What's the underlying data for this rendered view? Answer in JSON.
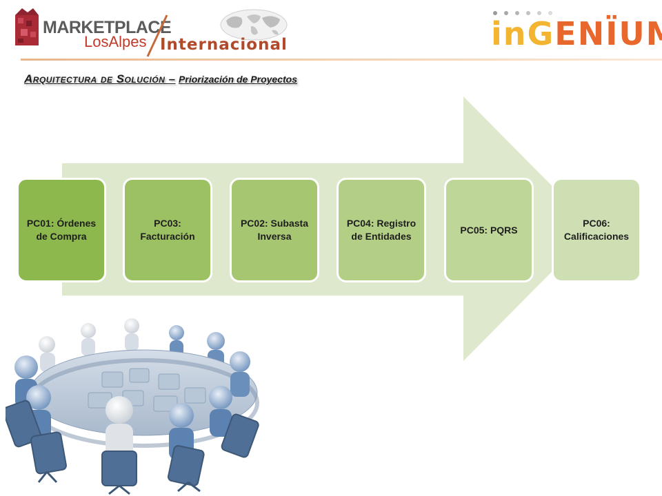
{
  "header": {
    "marketplace_title": "MARKETPLACE",
    "marketplace_sub": "LosAlpes",
    "internacional": "Internacional",
    "ingenium_a": "inG",
    "ingenium_b": "ENÏUM"
  },
  "page": {
    "title_main": "Arquitectura de Solución –",
    "title_sub": "Priorización de Proyectos"
  },
  "projects": [
    {
      "label": "PC01: Órdenes de Compra"
    },
    {
      "label": "PC03: Facturación"
    },
    {
      "label": "PC02: Subasta Inversa"
    },
    {
      "label": "PC04: Registro de Entidades"
    },
    {
      "label": "PC05: PQRS"
    },
    {
      "label": "PC06: Calificaciones"
    }
  ],
  "colors": {
    "arrow": "#dde8cd",
    "accent_orange": "#e8672d",
    "accent_yellow": "#f2b431",
    "people": "#5b86b8"
  }
}
